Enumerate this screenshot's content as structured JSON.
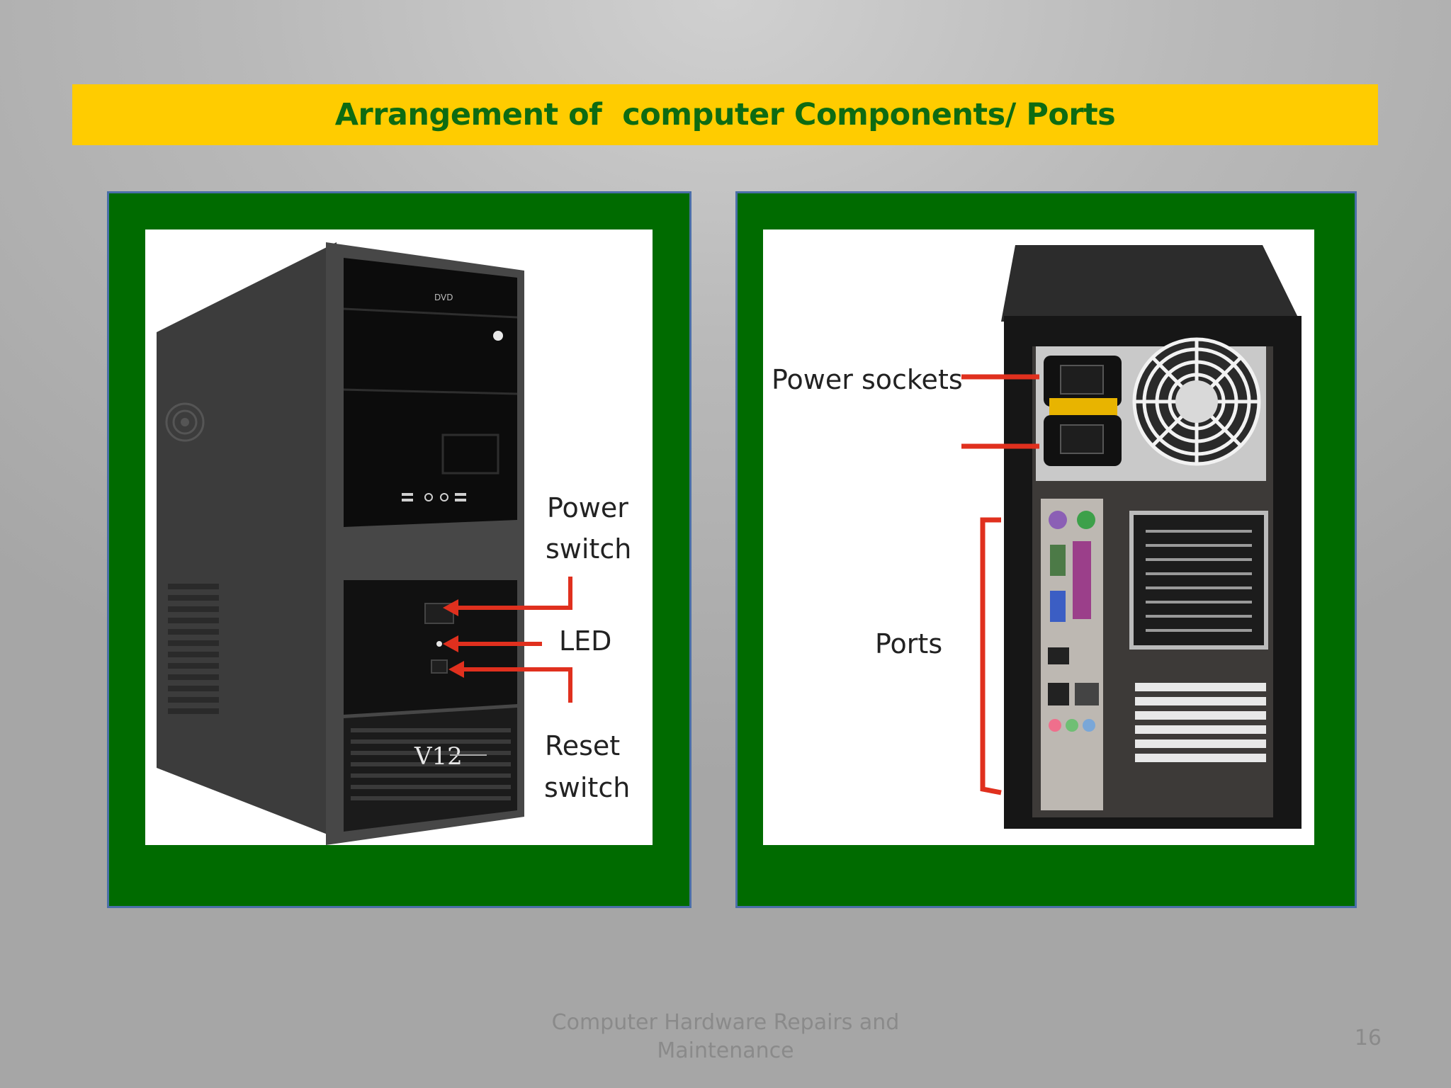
{
  "slide": {
    "title": "Arrangement of  computer Components/ Ports",
    "footer": "Computer Hardware Repairs and Maintenance",
    "page_number": "16"
  },
  "front_image": {
    "callouts": {
      "power_switch_1": "Power",
      "power_switch_2": "switch",
      "led": "LED",
      "reset_switch_1": "Reset",
      "reset_switch_2": "switch"
    },
    "case_brand": "V12",
    "drive_label": "DVD"
  },
  "back_image": {
    "callouts": {
      "power_sockets": "Power sockets",
      "ports": "Ports"
    }
  },
  "colors": {
    "title_bar": "#ffcc00",
    "title_text": "#0e6b12",
    "panel": "#006b00",
    "panel_border": "#4a6fa8",
    "arrow": "#e0301e"
  }
}
